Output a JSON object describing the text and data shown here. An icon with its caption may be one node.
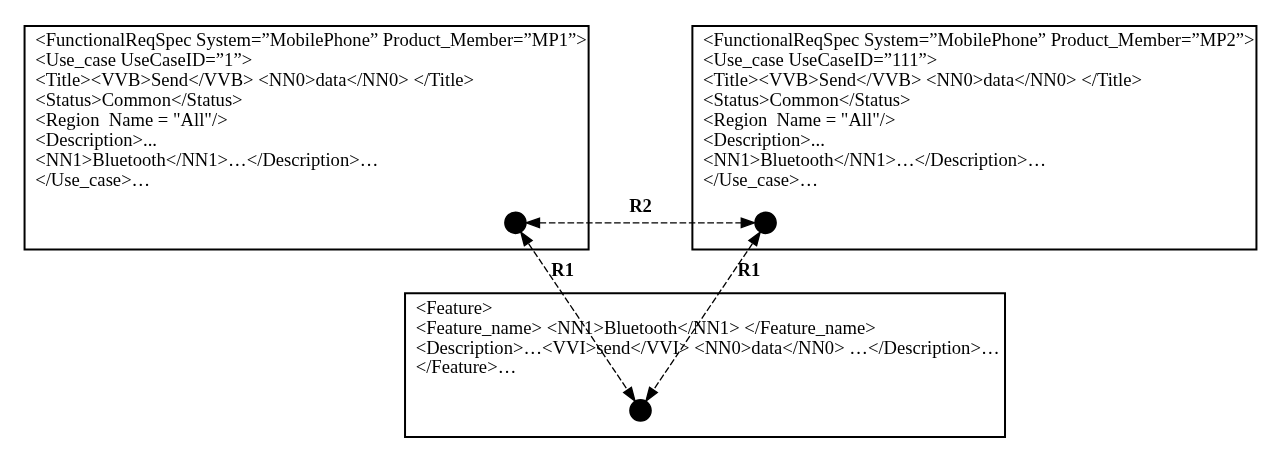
{
  "diagram": {
    "nodes": [
      {
        "text": [
          "<FunctionalReqSpec System=”MobilePhone” Product_Member=”MP1”>",
          "<Use_case UseCaseID=”1”>",
          "<Title><VVB>Send</VVB> <NN0>data</NN0> </Title>",
          "<Status>Common</Status>",
          "<Region  Name = \"All\"/>",
          "<Description>...",
          "<NN1>Bluetooth</NN1>…</Description>…",
          "</Use_case>…"
        ]
      },
      {
        "text": [],
        "shape": "circle",
        "in": 0
      },
      {
        "text": [
          "<FunctionalReqSpec System=”MobilePhone” Product_Member=”MP2”>",
          "<Use_case UseCaseID=”111”>",
          "<Title><VVB>Send</VVB> <NN0>data</NN0> </Title>",
          "<Status>Common</Status>",
          "<Region  Name = \"All\"/>",
          "<Description>...",
          "<NN1>Bluetooth</NN1>…</Description>…",
          "</Use_case>…"
        ]
      },
      {
        "text": [],
        "shape": "circle",
        "in": 2
      },
      {
        "text": [
          "<Feature>",
          "<Feature_name> <NN1>Bluetooth</NN1> </Feature_name>",
          "<Description>…<VVI>send</VVI> <NN0>data</NN0> …</Description>…",
          "</Feature>…"
        ]
      },
      {
        "text": [],
        "shape": "circle",
        "in": 4
      }
    ],
    "edges": [
      {
        "from": 1,
        "to": 3,
        "arrow": "both",
        "label": "R2",
        "style": "dashed"
      },
      {
        "from": 1,
        "to": 5,
        "arrow": "both",
        "label": "R1",
        "style": "dashed"
      },
      {
        "from": 3,
        "to": 5,
        "arrow": "both",
        "label": "R1",
        "style": "dashed"
      }
    ]
  }
}
